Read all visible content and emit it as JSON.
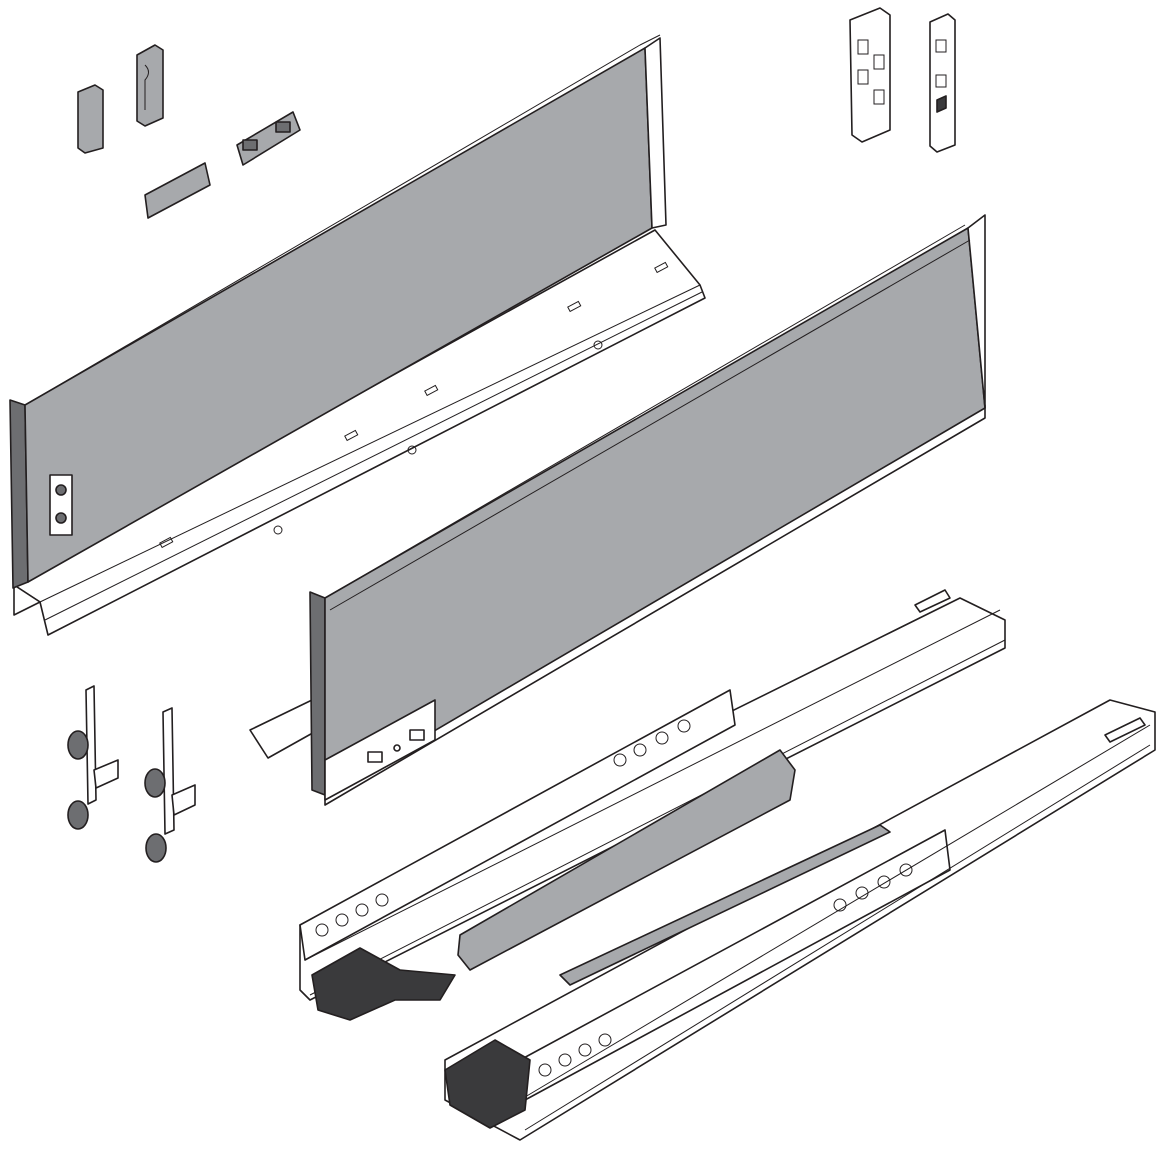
{
  "diagram": {
    "colors": {
      "panel": "#a7a9ac",
      "outline": "#231f20",
      "background": "#ffffff",
      "dark_part": "#3a3a3c"
    },
    "parts": [
      {
        "name": "cover-cap-small"
      },
      {
        "name": "cover-cap-tall"
      },
      {
        "name": "cover-cap-flat"
      },
      {
        "name": "front-fixing-bracket"
      },
      {
        "name": "left-drawer-side"
      },
      {
        "name": "back-fixing-bracket-left"
      },
      {
        "name": "back-fixing-bracket-right"
      },
      {
        "name": "right-drawer-side"
      },
      {
        "name": "height-adjuster-left"
      },
      {
        "name": "height-adjuster-right"
      },
      {
        "name": "runner-upper"
      },
      {
        "name": "runner-lower"
      }
    ]
  }
}
